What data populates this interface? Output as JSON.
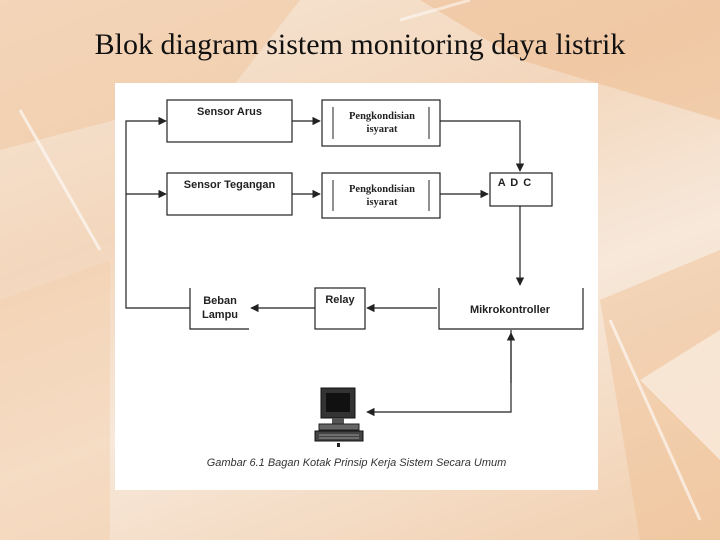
{
  "slide": {
    "title": "Blok diagram sistem monitoring daya listrik"
  },
  "diagram": {
    "blocks": {
      "sensor_arus": "Sensor Arus",
      "pengkondisian_1": "Pengkondisian isyarat",
      "sensor_tegangan": "Sensor Tegangan",
      "pengkondisian_2": "Pengkondisian isyarat",
      "adc": "A D C",
      "beban_line1": "Beban",
      "beban_line2": "Lampu",
      "relay": "Relay",
      "mikrokontroller": "Mikrokontroller"
    },
    "computer_icon": "computer-icon",
    "caption": "Gambar 6.1 Bagan Kotak Prinsip Kerja Sistem Secara Umum"
  }
}
